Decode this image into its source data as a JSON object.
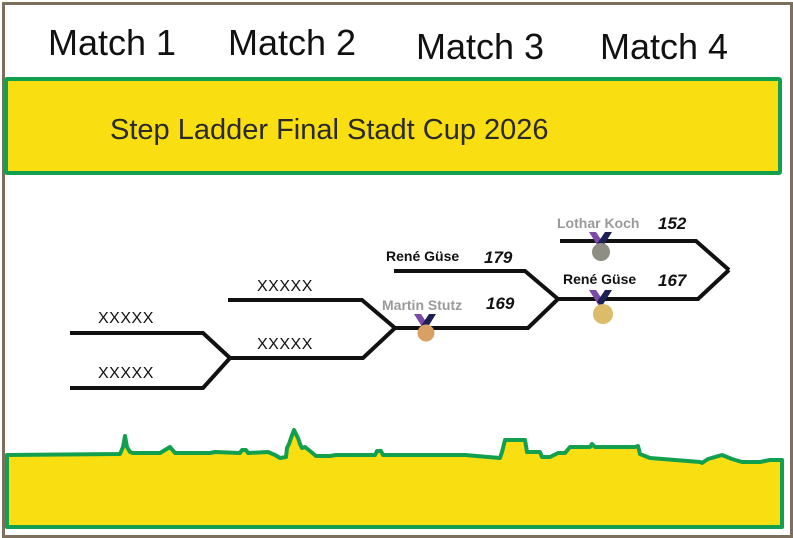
{
  "header": {
    "matches": [
      "Match 1",
      "Match 2",
      "Match 3",
      "Match 4"
    ]
  },
  "banner": {
    "title": "Step Ladder Final Stadt Cup 2026"
  },
  "bracket": {
    "match1": {
      "players": [
        {
          "name": "XXXXX"
        },
        {
          "name": "XXXXX"
        }
      ]
    },
    "match2": {
      "players": [
        {
          "name": "XXXXX"
        },
        {
          "name": "XXXXX"
        }
      ]
    },
    "match3": {
      "players": [
        {
          "name": "René Güse",
          "score": "179"
        },
        {
          "name": "Martin Stutz",
          "score": "169",
          "medal": "bronze"
        }
      ]
    },
    "match4": {
      "players": [
        {
          "name": "Lothar Koch",
          "score": "152",
          "medal": "silver"
        },
        {
          "name": "René Güse",
          "score": "167",
          "medal": "gold"
        }
      ]
    }
  },
  "colors": {
    "banner_fill": "#f9df12",
    "banner_border": "#12a04f",
    "frame": "#7d6f5e",
    "medal_bronze": "#d9a063",
    "medal_silver": "#8e8e84",
    "medal_gold": "#dcbb6a",
    "ribbon_purple": "#7b4aa8",
    "ribbon_navy": "#1d1f55"
  }
}
